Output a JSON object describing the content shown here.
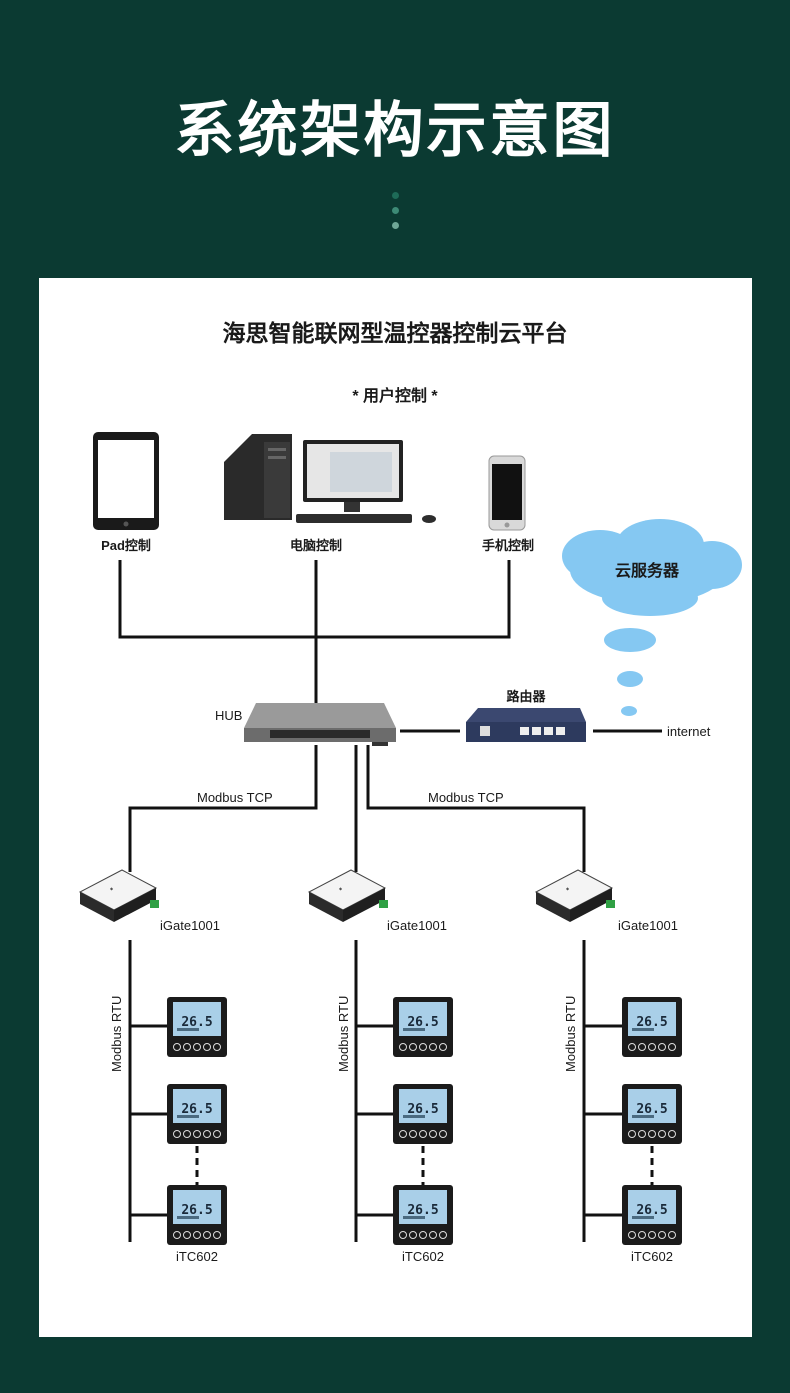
{
  "header": {
    "title": "系统架构示意图",
    "dot_colors": [
      "#1e6b58",
      "#3d8a76",
      "#6fa797"
    ]
  },
  "diagram": {
    "title": "海思智能联网型温控器控制云平台",
    "user_control": "* 用户控制 *",
    "devices": {
      "pad": "Pad控制",
      "pc": "电脑控制",
      "phone": "手机控制"
    },
    "cloud": "云服务器",
    "router": "路由器",
    "hub": "HUB",
    "internet": "internet",
    "modbus_tcp": "Modbus TCP",
    "modbus_rtu": "Modbus RTU",
    "gateway": "iGate1001",
    "thermostat_reading": "26.5",
    "thermostat_model": "iTC602",
    "colors": {
      "cloud": "#85c8f2",
      "line": "#111111",
      "router": "#2d3a5e",
      "lcd": "#a9cfe8"
    }
  }
}
